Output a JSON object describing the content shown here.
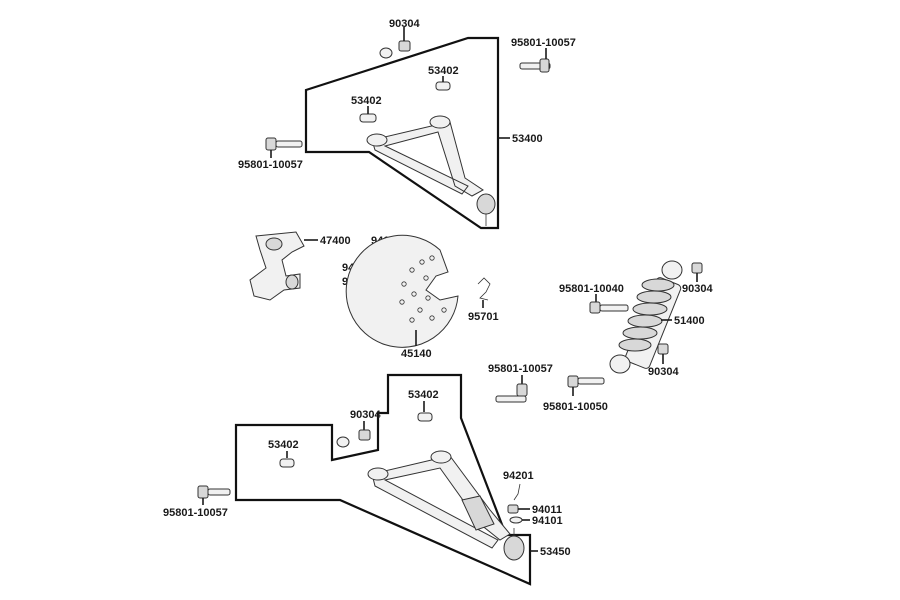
{
  "callouts": {
    "top_nut": "90304",
    "top_bolt_right": "95801-10057",
    "top_bushing_right": "53402",
    "top_bushing_left": "53402",
    "upper_arm": "53400",
    "top_bolt_left": "95801-10057",
    "knuckle": "47400",
    "washer_top": "94101",
    "nut_mid": "94011",
    "cotter_mid": "94201",
    "clip": "95701",
    "disc": "45140",
    "shock_bolt_top": "95801-10040",
    "shock_nut_top": "90304",
    "shock": "51400",
    "shock_nut_bottom": "90304",
    "lower_bolt_right_top": "95801-10057",
    "lower_bolt_right_bottom": "95801-10050",
    "lower_bushing_right": "53402",
    "lower_nut": "90304",
    "lower_bushing_left": "53402",
    "cotter_low": "94201",
    "nut_low": "94011",
    "washer_low": "94101",
    "lower_arm": "53450",
    "lower_bolt_left": "95801-10057"
  }
}
